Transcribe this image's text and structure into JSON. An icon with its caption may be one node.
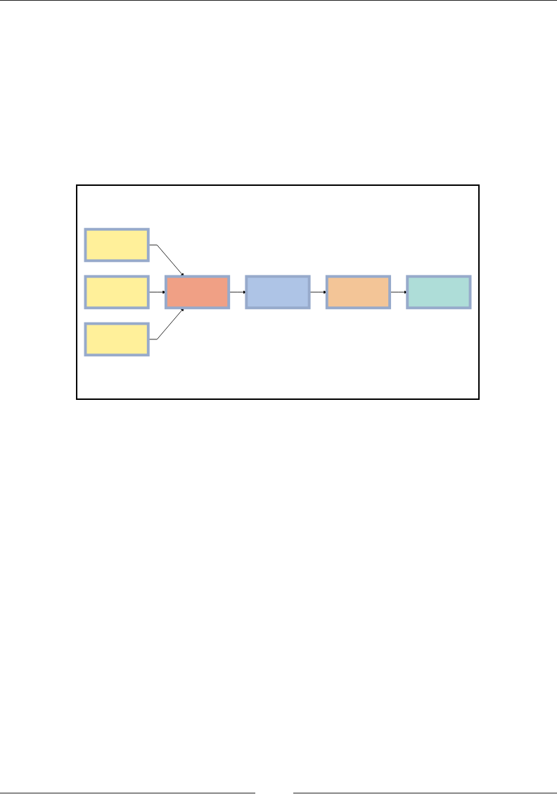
{
  "diagram": {
    "nodes": [
      {
        "text": [],
        "shape": "box"
      },
      {
        "text": [],
        "shape": "box"
      },
      {
        "text": [],
        "shape": "box"
      },
      {
        "text": [],
        "shape": "box"
      },
      {
        "text": [],
        "shape": "box"
      },
      {
        "text": [],
        "shape": "box"
      },
      {
        "text": [],
        "shape": "box"
      }
    ],
    "edges": [
      {
        "from": 0,
        "to": 3,
        "arrow": "to"
      },
      {
        "from": 1,
        "to": 3,
        "arrow": "to"
      },
      {
        "from": 2,
        "to": 3,
        "arrow": "to"
      },
      {
        "from": 3,
        "to": 4,
        "arrow": "to"
      },
      {
        "from": 4,
        "to": 5,
        "arrow": "to"
      },
      {
        "from": 5,
        "to": 6,
        "arrow": "to"
      }
    ]
  }
}
